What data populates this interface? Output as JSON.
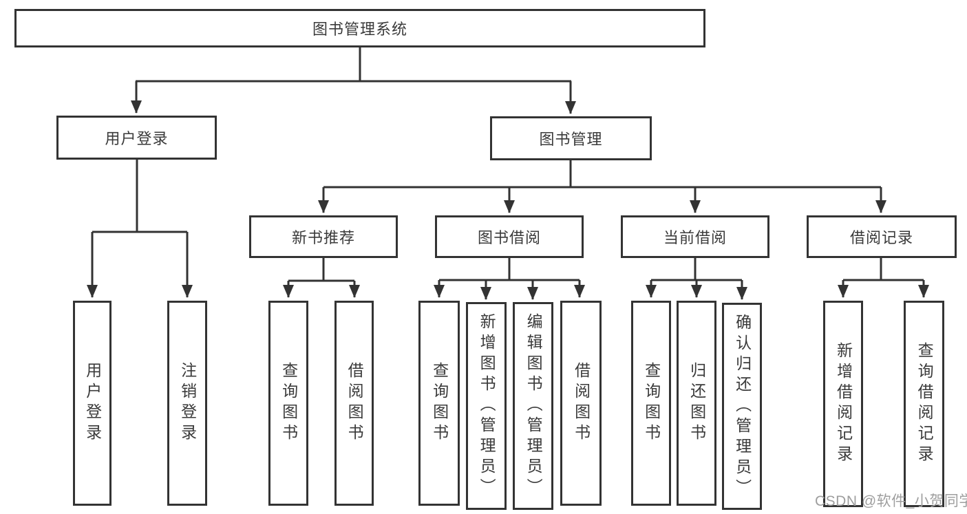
{
  "diagram": {
    "type": "hierarchy-tree",
    "line_color": "#333333",
    "box_border_color": "#333333",
    "text_color": "#3a3a3a",
    "background_color": "#ffffff",
    "tree": {
      "label": "图书管理系统",
      "children": [
        {
          "label": "用户登录",
          "children": [
            {
              "label": "用户登录"
            },
            {
              "label": "注销登录"
            }
          ]
        },
        {
          "label": "图书管理",
          "children": [
            {
              "label": "新书推荐",
              "children": [
                {
                  "label": "查询图书"
                },
                {
                  "label": "借阅图书"
                }
              ]
            },
            {
              "label": "图书借阅",
              "children": [
                {
                  "label": "查询图书"
                },
                {
                  "label": "新增图书（管理员）"
                },
                {
                  "label": "编辑图书（管理员）"
                },
                {
                  "label": "借阅图书"
                }
              ]
            },
            {
              "label": "当前借阅",
              "children": [
                {
                  "label": "查询图书"
                },
                {
                  "label": "归还图书"
                },
                {
                  "label": "确认归还（管理员）"
                }
              ]
            },
            {
              "label": "借阅记录",
              "children": [
                {
                  "label": "新增借阅记录"
                },
                {
                  "label": "查询借阅记录"
                }
              ]
            }
          ]
        }
      ]
    }
  },
  "watermark": {
    "text": "CSDN @软件_小贺同学",
    "color": "#9e9e9e"
  }
}
